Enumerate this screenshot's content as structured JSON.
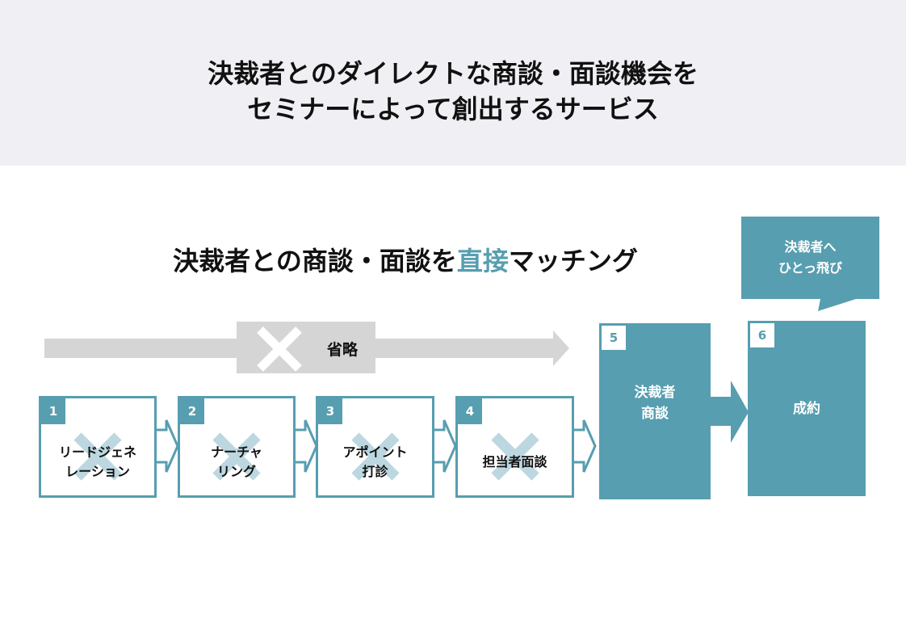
{
  "header": {
    "title_line1": "決裁者とのダイレクトな商談・面談機会を",
    "title_line2": "セミナーによって創出するサービス"
  },
  "subtitle": {
    "before": "決裁者との商談・面談を",
    "highlight": "直接",
    "after": "マッチング"
  },
  "skip_bar": {
    "label": "省略"
  },
  "steps": [
    {
      "number": "1",
      "label": "リードジェネ\nレーション"
    },
    {
      "number": "2",
      "label": "ナーチャ\nリング"
    },
    {
      "number": "3",
      "label": "アポイント\n打診"
    },
    {
      "number": "4",
      "label": "担当者面談"
    },
    {
      "number": "5",
      "label": "決裁者\n商談"
    },
    {
      "number": "6",
      "label": "成約"
    }
  ],
  "callout": {
    "text": "決裁者へ\nひとっ飛び"
  },
  "colors": {
    "accent": "#579eb0",
    "header_bg": "#f0f0f4",
    "gray": "#d5d5d5",
    "cross": "#bcd7df"
  }
}
